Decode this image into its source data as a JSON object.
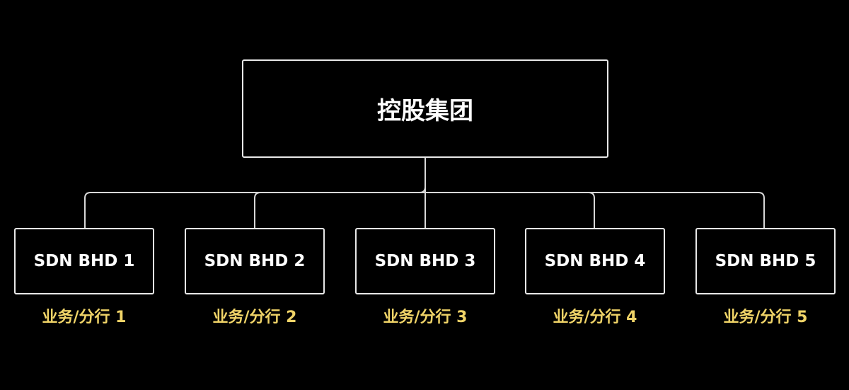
{
  "root": {
    "label": "控股集团"
  },
  "children": [
    {
      "label": "SDN BHD 1",
      "caption": "业务/分行 1"
    },
    {
      "label": "SDN BHD 2",
      "caption": "业务/分行 2"
    },
    {
      "label": "SDN BHD 3",
      "caption": "业务/分行 3"
    },
    {
      "label": "SDN BHD 4",
      "caption": "业务/分行 4"
    },
    {
      "label": "SDN BHD 5",
      "caption": "业务/分行 5"
    }
  ],
  "colors": {
    "line": "#d8d8d8",
    "caption": "#f0d468",
    "background": "#000000"
  }
}
